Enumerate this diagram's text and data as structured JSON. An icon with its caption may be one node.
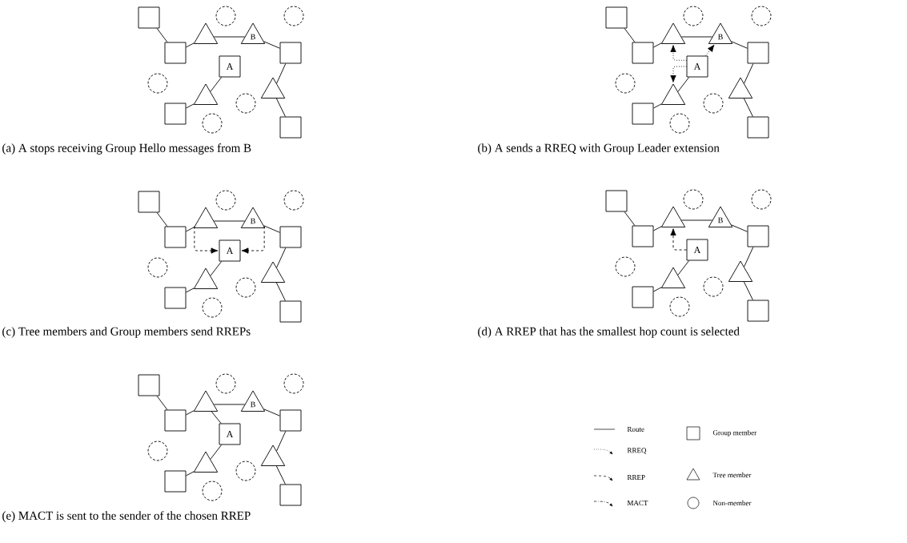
{
  "diagram": {
    "nodes": [
      {
        "text": [],
        "shape": "box"
      },
      {
        "text": [],
        "shape": "circle"
      },
      {
        "text": [],
        "shape": "circle"
      },
      {
        "text": [],
        "shape": "triangle"
      },
      {
        "text": [
          "B"
        ]
      },
      {
        "text": [],
        "shape": "box"
      },
      {
        "text": [],
        "shape": "box"
      },
      {
        "text": [
          "A"
        ]
      },
      {
        "text": [],
        "shape": "circle"
      },
      {
        "text": [],
        "shape": "triangle"
      },
      {
        "text": [],
        "shape": "triangle"
      },
      {
        "text": [],
        "shape": "circle"
      },
      {
        "text": [],
        "shape": "box"
      },
      {
        "text": [],
        "shape": "circle"
      },
      {
        "text": [],
        "shape": "box"
      },
      {
        "text": [],
        "shape": "box"
      },
      {
        "text": [],
        "shape": "circle"
      },
      {
        "text": [],
        "shape": "circle"
      },
      {
        "text": [],
        "shape": "triangle"
      },
      {
        "text": [
          "B"
        ]
      },
      {
        "text": [],
        "shape": "box"
      },
      {
        "text": [],
        "shape": "box"
      },
      {
        "text": [
          "A"
        ]
      },
      {
        "text": [],
        "shape": "circle"
      },
      {
        "text": [],
        "shape": "triangle"
      },
      {
        "text": [],
        "shape": "triangle"
      },
      {
        "text": [],
        "shape": "circle"
      },
      {
        "text": [],
        "shape": "box"
      },
      {
        "text": [],
        "shape": "circle"
      },
      {
        "text": [],
        "shape": "box"
      },
      {
        "text": [],
        "shape": "box"
      },
      {
        "text": [],
        "shape": "circle"
      },
      {
        "text": [],
        "shape": "circle"
      },
      {
        "text": [],
        "shape": "triangle"
      },
      {
        "text": [
          "B"
        ]
      },
      {
        "text": [],
        "shape": "box"
      },
      {
        "text": [],
        "shape": "box"
      },
      {
        "text": [
          "A"
        ]
      },
      {
        "text": [],
        "shape": "circle"
      },
      {
        "text": [],
        "shape": "triangle"
      },
      {
        "text": [],
        "shape": "triangle"
      },
      {
        "text": [],
        "shape": "circle"
      },
      {
        "text": [],
        "shape": "box"
      },
      {
        "text": [],
        "shape": "circle"
      },
      {
        "text": [],
        "shape": "box"
      },
      {
        "text": [],
        "shape": "box"
      },
      {
        "text": [],
        "shape": "circle"
      },
      {
        "text": [],
        "shape": "circle"
      },
      {
        "text": [],
        "shape": "triangle"
      },
      {
        "text": [
          "B"
        ]
      },
      {
        "text": [],
        "shape": "box"
      },
      {
        "text": [],
        "shape": "box"
      },
      {
        "text": [
          "A"
        ]
      },
      {
        "text": [],
        "shape": "circle"
      },
      {
        "text": [],
        "shape": "triangle"
      },
      {
        "text": [],
        "shape": "triangle"
      },
      {
        "text": [],
        "shape": "circle"
      },
      {
        "text": [],
        "shape": "box"
      },
      {
        "text": [],
        "shape": "circle"
      },
      {
        "text": [],
        "shape": "box"
      },
      {
        "text": [],
        "shape": "box"
      },
      {
        "text": [],
        "shape": "circle"
      },
      {
        "text": [],
        "shape": "circle"
      },
      {
        "text": [],
        "shape": "triangle"
      },
      {
        "text": [
          "B"
        ]
      },
      {
        "text": [],
        "shape": "box"
      },
      {
        "text": [],
        "shape": "box"
      },
      {
        "text": [
          "A"
        ]
      },
      {
        "text": [],
        "shape": "circle"
      },
      {
        "text": [],
        "shape": "triangle"
      },
      {
        "text": [],
        "shape": "triangle"
      },
      {
        "text": [],
        "shape": "circle"
      },
      {
        "text": [],
        "shape": "box"
      },
      {
        "text": [],
        "shape": "circle"
      },
      {
        "text": [],
        "shape": "box"
      }
    ],
    "edges": [
      {
        "from": 0,
        "to": 5,
        "arrow": "none"
      },
      {
        "from": 5,
        "to": 3,
        "arrow": "none"
      },
      {
        "from": 3,
        "to": 4,
        "arrow": "none"
      },
      {
        "from": 4,
        "to": 6,
        "arrow": "none"
      },
      {
        "from": 6,
        "to": 9,
        "arrow": "none"
      },
      {
        "from": 9,
        "to": 14,
        "arrow": "none"
      },
      {
        "from": 10,
        "to": 12,
        "arrow": "none"
      },
      {
        "from": 7,
        "to": 10,
        "arrow": "none"
      },
      {
        "from": 15,
        "to": 20,
        "arrow": "none"
      },
      {
        "from": 20,
        "to": 18,
        "arrow": "none"
      },
      {
        "from": 18,
        "to": 19,
        "arrow": "none"
      },
      {
        "from": 19,
        "to": 21,
        "arrow": "none"
      },
      {
        "from": 21,
        "to": 24,
        "arrow": "none"
      },
      {
        "from": 24,
        "to": 29,
        "arrow": "none"
      },
      {
        "from": 25,
        "to": 27,
        "arrow": "none"
      },
      {
        "from": 22,
        "to": 25,
        "arrow": "none"
      },
      {
        "from": 22,
        "to": 18,
        "arrow": "to",
        "style": "dashed"
      },
      {
        "from": 22,
        "to": 19,
        "arrow": "to",
        "style": "dashed"
      },
      {
        "from": 22,
        "to": 25,
        "arrow": "to",
        "style": "dashed"
      },
      {
        "from": 30,
        "to": 35,
        "arrow": "none"
      },
      {
        "from": 35,
        "to": 33,
        "arrow": "none"
      },
      {
        "from": 33,
        "to": 34,
        "arrow": "none"
      },
      {
        "from": 34,
        "to": 36,
        "arrow": "none"
      },
      {
        "from": 36,
        "to": 39,
        "arrow": "none"
      },
      {
        "from": 39,
        "to": 44,
        "arrow": "none"
      },
      {
        "from": 40,
        "to": 42,
        "arrow": "none"
      },
      {
        "from": 37,
        "to": 40,
        "arrow": "none"
      },
      {
        "from": 33,
        "to": 37,
        "arrow": "to",
        "style": "dashed"
      },
      {
        "from": 34,
        "to": 37,
        "arrow": "to",
        "style": "dashed"
      },
      {
        "from": 45,
        "to": 50,
        "arrow": "none"
      },
      {
        "from": 50,
        "to": 48,
        "arrow": "none"
      },
      {
        "from": 48,
        "to": 49,
        "arrow": "none"
      },
      {
        "from": 49,
        "to": 51,
        "arrow": "none"
      },
      {
        "from": 51,
        "to": 54,
        "arrow": "none"
      },
      {
        "from": 54,
        "to": 59,
        "arrow": "none"
      },
      {
        "from": 55,
        "to": 57,
        "arrow": "none"
      },
      {
        "from": 52,
        "to": 55,
        "arrow": "none"
      },
      {
        "from": 52,
        "to": 48,
        "arrow": "to",
        "style": "dashed"
      },
      {
        "from": 60,
        "to": 65,
        "arrow": "none"
      },
      {
        "from": 65,
        "to": 63,
        "arrow": "none"
      },
      {
        "from": 63,
        "to": 64,
        "arrow": "none"
      },
      {
        "from": 64,
        "to": 66,
        "arrow": "none"
      },
      {
        "from": 66,
        "to": 69,
        "arrow": "none"
      },
      {
        "from": 69,
        "to": 74,
        "arrow": "none"
      },
      {
        "from": 70,
        "to": 72,
        "arrow": "none"
      },
      {
        "from": 67,
        "to": 70,
        "arrow": "none"
      },
      {
        "from": 63,
        "to": 67,
        "arrow": "none"
      }
    ],
    "labels": [
      "(a) A stops receiving Group Hello messages from B",
      "(b) A sends a RREQ with Group Leader extension",
      "(c) Tree members and Group members send RREPs",
      "(d) A RREP that has the smallest hop count is selected",
      "(e) MACT is sent to the sender of the chosen RREP"
    ],
    "legend": [
      {
        "text": "Route"
      },
      {
        "text": "RREQ"
      },
      {
        "text": "RREP"
      },
      {
        "text": "MACT"
      },
      {
        "text": "Group member"
      },
      {
        "text": "Tree member"
      },
      {
        "text": "Non-member"
      }
    ]
  }
}
